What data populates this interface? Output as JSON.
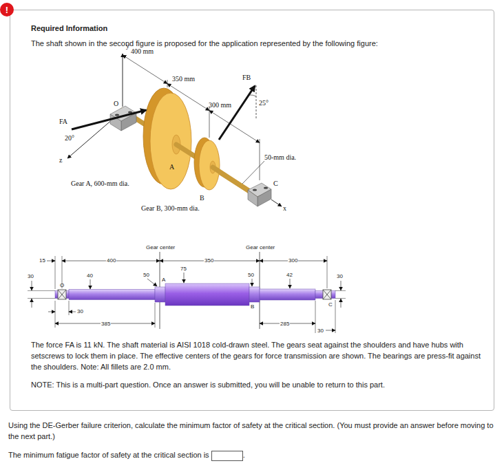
{
  "diagram": {
    "nodes": [
      {
        "text": [
          "!"
        ]
      },
      {
        "text": [
          "Required Information",
          "The shaft shown in the second figure is proposed for the application represented by the following figure:",
          "The force FA is 11 kN. The shaft material is AISI 1018 cold-drawn steel. The gears seat against the shoulders and have hubs with setscrews to lock them in place. The effective centers of the gears for force transmission are shown. The bearings are press-fit against the shoulders. Note: All fillets are 2.0 mm.",
          "NOTE: This is a multi-part question. Once an answer is submitted, you will be unable to return to this part."
        ]
      }
    ],
    "labels": [
      "y",
      "400 mm",
      "350 mm",
      "300 mm",
      "FB",
      "25°",
      "O",
      "FA",
      "20°",
      "z",
      "Gear A, 600-mm dia.",
      "A",
      "50-mm dia.",
      "B",
      "Gear B, 300-mm dia.",
      "C",
      "x",
      "Gear center",
      "Gear center",
      "15",
      "400",
      "350",
      "300",
      "30",
      "40",
      "50",
      "75",
      "50",
      "42",
      "30",
      "O",
      "A",
      "B",
      "C",
      "30",
      "385",
      "285",
      "30",
      "Using the DE-Gerber failure criterion, calculate the minimum factor of safety at the critical section. (You must provide an answer before moving to the next part.)",
      "The minimum fatigue factor of safety at the critical section is",
      "."
    ]
  }
}
